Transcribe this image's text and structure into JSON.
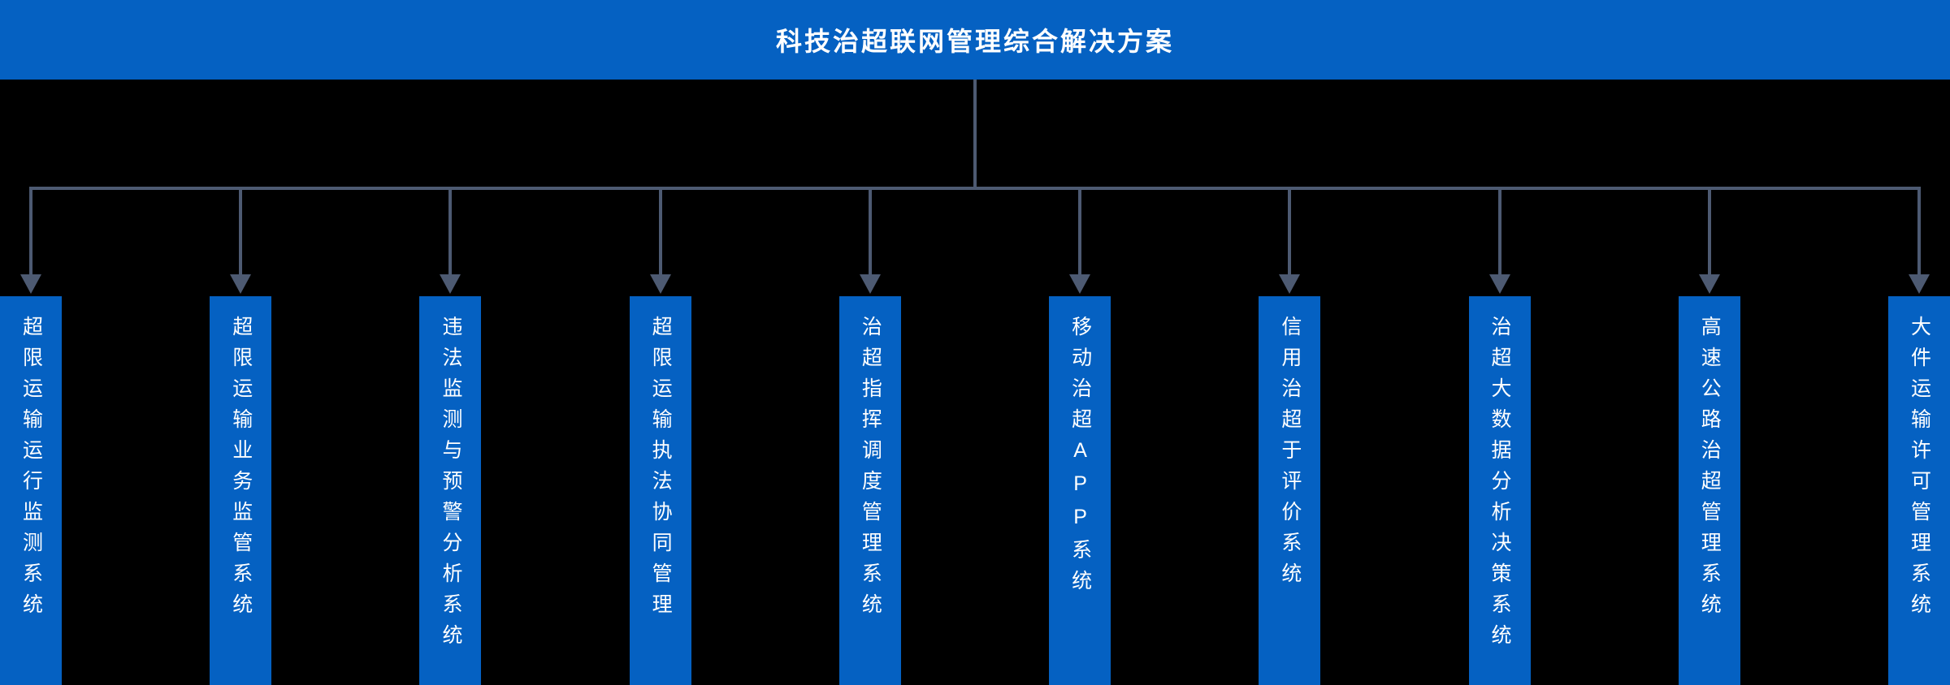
{
  "title": "科技治超联网管理综合解决方案",
  "colors": {
    "banner": "#0561c2",
    "box": "#0561c2",
    "connector": "#4d5a72",
    "background": "#000000",
    "title_text": "#ffffff",
    "box_text": "#ffffff"
  },
  "systems": [
    {
      "label": "超限运输运行监测系统"
    },
    {
      "label": "超限运输业务监管系统"
    },
    {
      "label": "违法监测与预警分析系统"
    },
    {
      "label": "超限运输执法协同管理"
    },
    {
      "label": "治超指挥调度管理系统"
    },
    {
      "label": "移动治超APP系统"
    },
    {
      "label": "信用治超于评价系统"
    },
    {
      "label": "治超大数据分析决策系统"
    },
    {
      "label": "高速公路治超管理系统"
    },
    {
      "label": "大件运输许可管理系统"
    }
  ]
}
